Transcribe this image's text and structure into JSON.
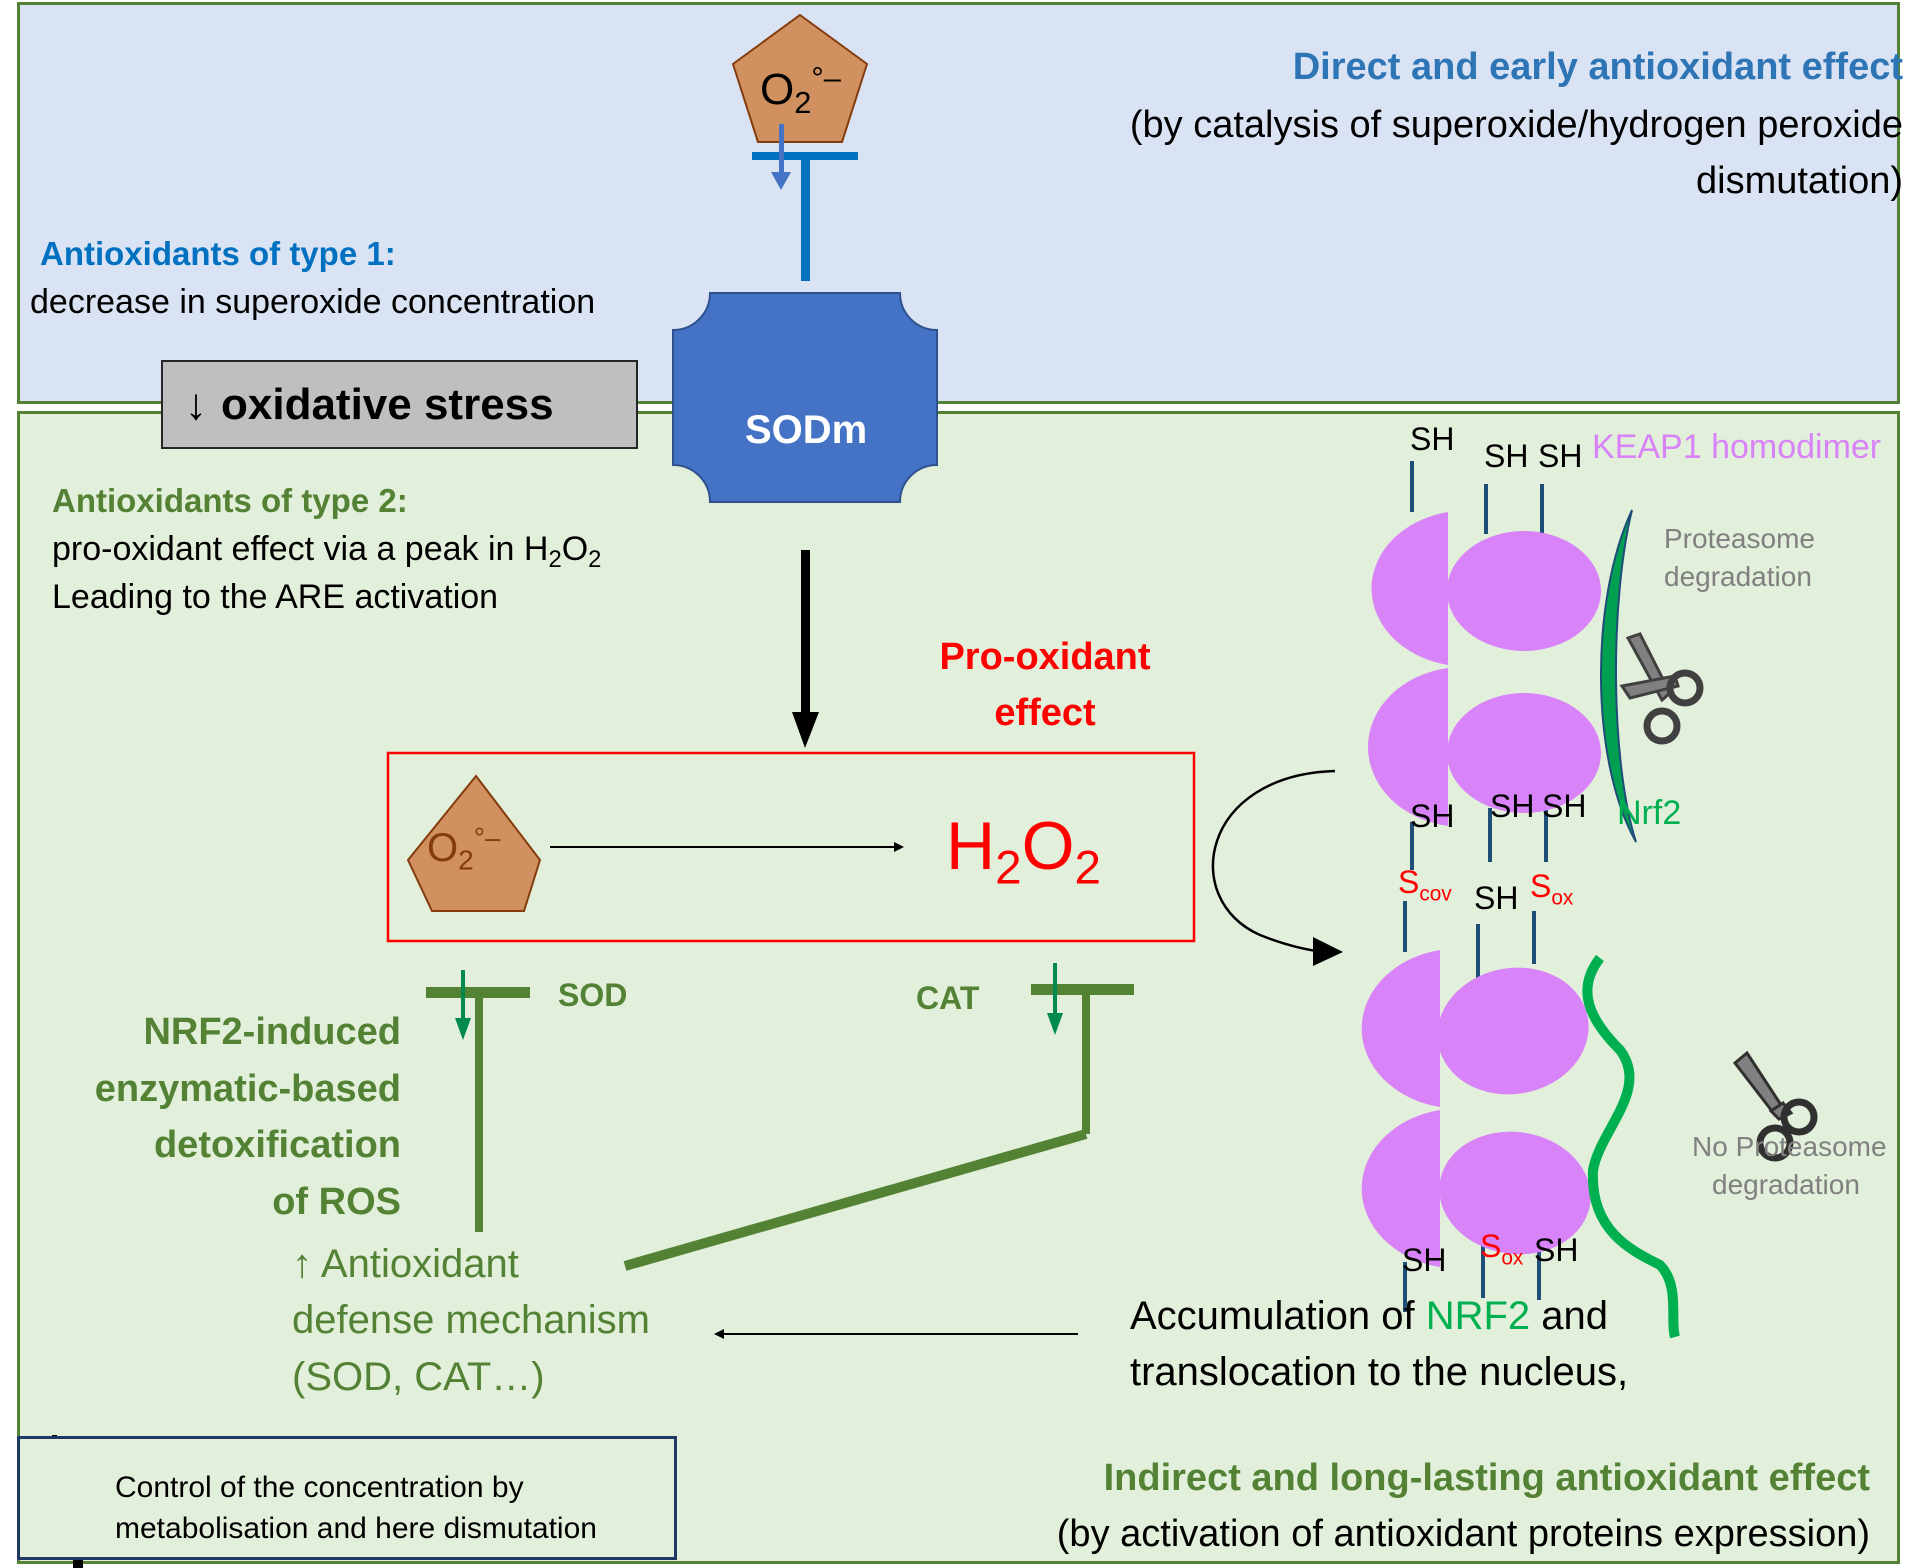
{
  "top_panel": {
    "heading": "Direct and early antioxidant effect",
    "desc_line1": "(by catalysis of superoxide/hydrogen peroxide",
    "desc_line2": "dismutation)",
    "type1_title": "Antioxidants of type 1:",
    "type1_desc": "decrease in superoxide concentration"
  },
  "superoxide": {
    "base": "O",
    "sub": "2",
    "sup": "°–"
  },
  "sodm_label": "SODm",
  "oxidative_stress": {
    "arrow": "↓",
    "label": "oxidative stress"
  },
  "type2": {
    "title": "Antioxidants of type 2:",
    "line1_pre": "pro-oxidant effect via a peak in H",
    "line1_sub1": "2",
    "line1_mid": "O",
    "line1_sub2": "2",
    "line2": "Leading to the ARE activation"
  },
  "pro_oxidant": {
    "line1": "Pro-oxidant",
    "line2": "effect"
  },
  "h2o2": {
    "h": "H",
    "sub1": "2",
    "o": "O",
    "sub2": "2"
  },
  "enzymes": {
    "sod": "SOD",
    "cat": "CAT"
  },
  "nrf2_detox": [
    "NRF2-induced",
    "enzymatic-based",
    "detoxification",
    "of ROS"
  ],
  "antioxidant_defense": [
    "↑ Antioxidant",
    "defense mechanism",
    "(SOD, CAT…)"
  ],
  "keap1": {
    "title": "KEAP1 homodimer",
    "nrf2_label": "Nrf2",
    "proteasome": [
      "Proteasome",
      "degradation"
    ],
    "no_proteasome": [
      "No Proteasome",
      "degradation"
    ],
    "top_state_sites": {
      "top": [
        "SH",
        "SH",
        "SH"
      ],
      "bottom": [
        "SH",
        "SH",
        "SH"
      ]
    },
    "bottom_state_sites": {
      "top": [
        {
          "s": "S",
          "sub": "cov",
          "color": "red"
        },
        {
          "s": "SH",
          "sub": "",
          "color": "black"
        },
        {
          "s": "S",
          "sub": "ox",
          "color": "red"
        }
      ],
      "bottom": [
        {
          "s": "SH",
          "sub": "",
          "color": "black"
        },
        {
          "s": "S",
          "sub": "ox",
          "color": "red"
        },
        {
          "s": "SH",
          "sub": "",
          "color": "black"
        }
      ]
    }
  },
  "accumulation": {
    "pre": "Accumulation of ",
    "nrf2": "NRF2",
    "post": " and",
    "line2": "translocation to the nucleus,"
  },
  "bottom_panel": {
    "heading": "Indirect and long-lasting antioxidant effect",
    "desc": "(by activation of antioxidant proteins expression)"
  },
  "legend": {
    "line1": "Control of the concentration by",
    "line2": "metabolisation and here dismutation"
  },
  "colors": {
    "top_bg": "#dae3f3",
    "bottom_bg": "#e2efda",
    "panel_border": "#548235",
    "type1_blue": "#0070c0",
    "heading_blue": "#2e75b6",
    "green_text": "#548235",
    "sodm": "#4472c4",
    "pentagon": "#d09060",
    "keap1": "#d883f7",
    "nrf2_green": "#00b050",
    "red": "#ff0000",
    "grey_text": "#808080"
  }
}
